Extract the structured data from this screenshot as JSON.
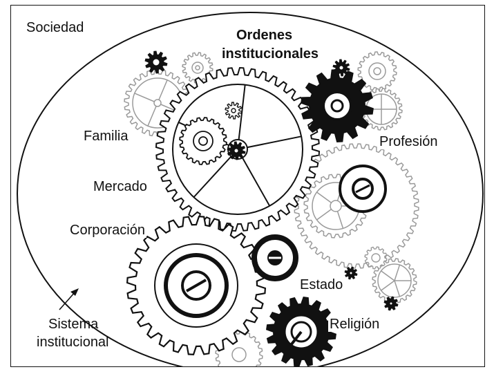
{
  "diagram": {
    "corner_label": "Sociedad",
    "title_line1": "Ordenes",
    "title_line2": "institucionales",
    "orders": {
      "familia": "Familia",
      "mercado": "Mercado",
      "corporacion": "Corporación",
      "profesion": "Profesión",
      "estado": "Estado",
      "religion": "Religión"
    },
    "system_label_line1": "Sistema",
    "system_label_line2": "institucional"
  },
  "colors": {
    "ink": "#111111",
    "light": "#9a9a9a",
    "background": "#ffffff"
  }
}
